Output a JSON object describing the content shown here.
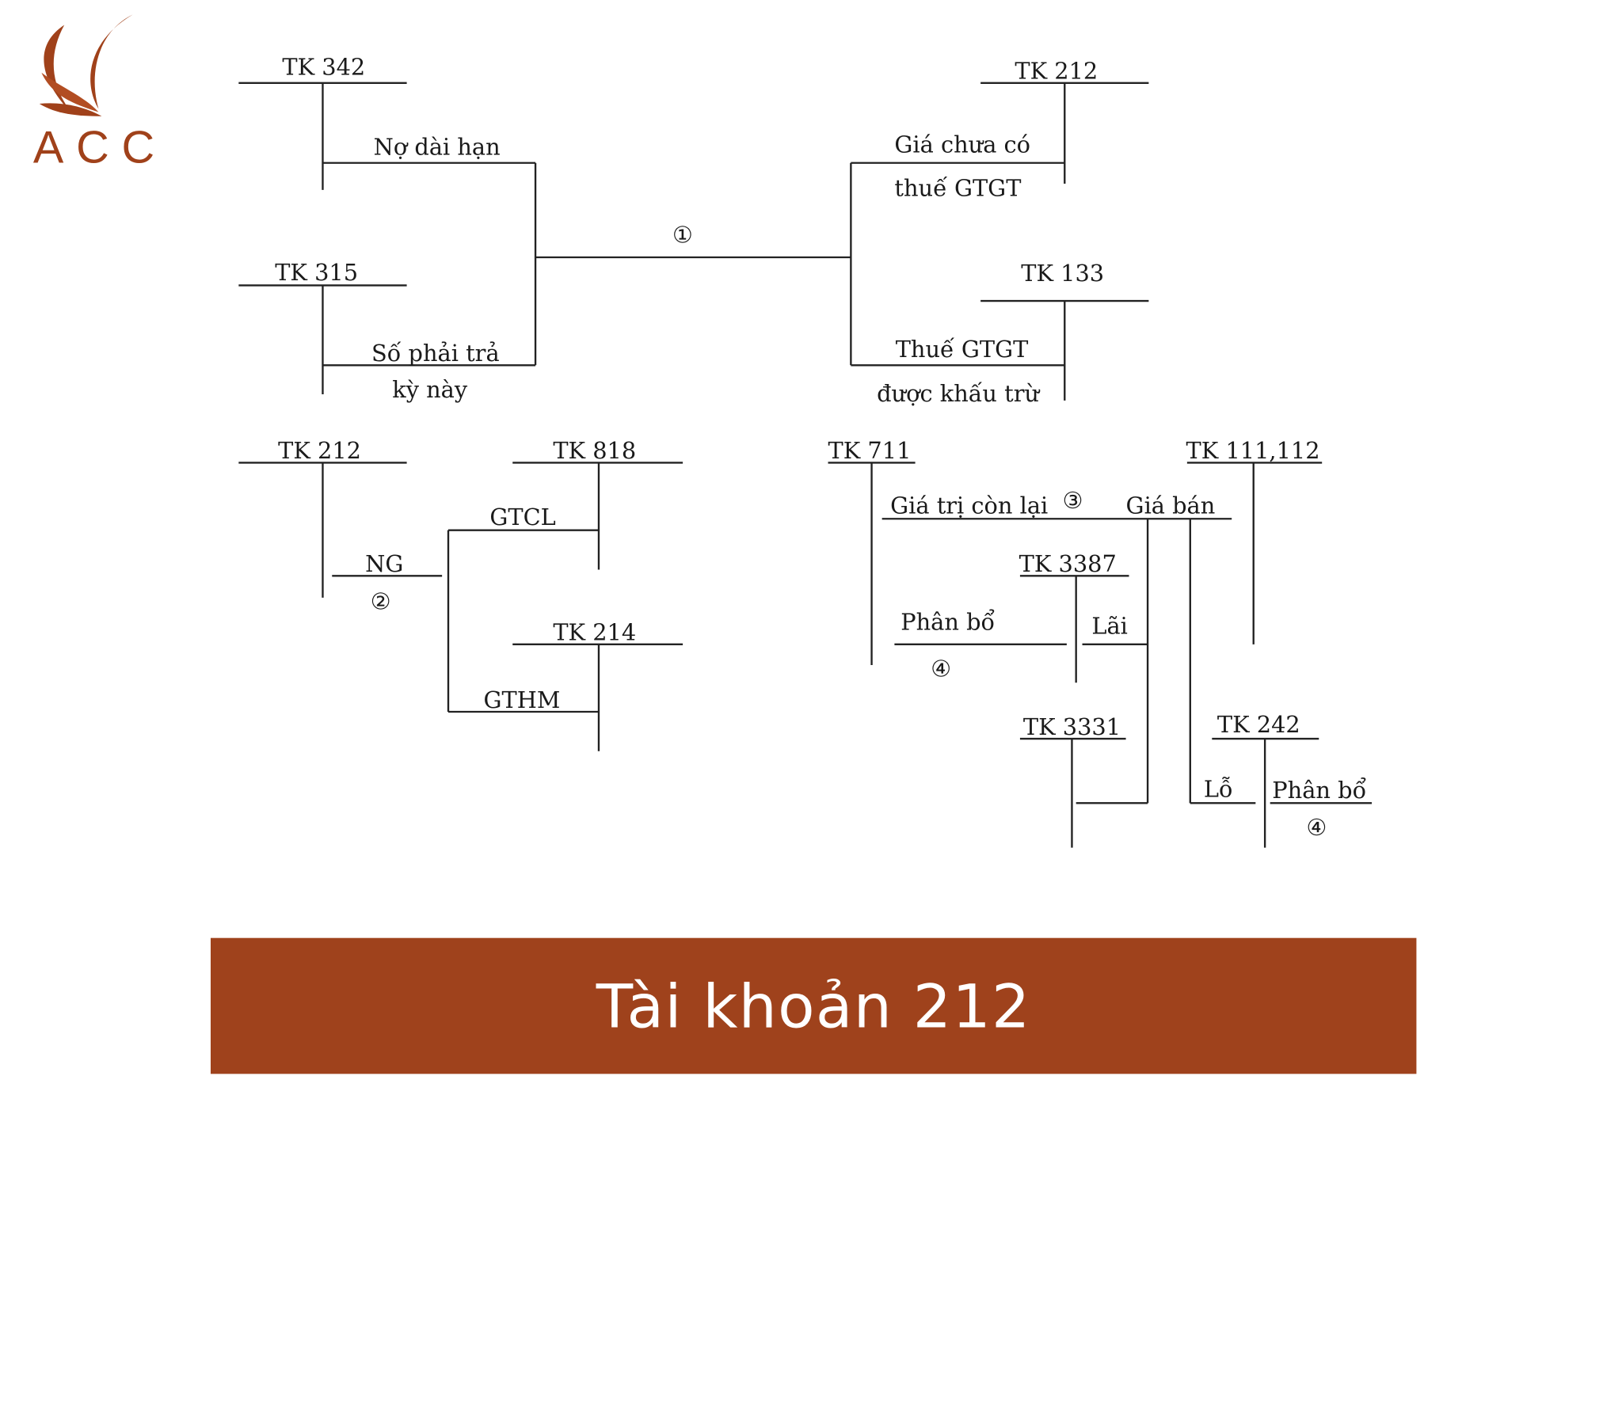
{
  "logo": {
    "text": "ACC",
    "color": "#a0411a"
  },
  "banner": {
    "title": "Tài khoản 212",
    "color": "#9f421c"
  },
  "diagram": {
    "accounts": {
      "tk342": "TK 342",
      "tk315": "TK 315",
      "tk212_top": "TK 212",
      "tk133": "TK 133",
      "tk212_left": "TK 212",
      "tk818": "TK 818",
      "tk214": "TK 214",
      "tk711": "TK 711",
      "tk111_112": "TK 111,112",
      "tk3387": "TK 3387",
      "tk3331": "TK 3331",
      "tk242": "TK 242"
    },
    "labels": {
      "no_dai_han": "Nợ dài hạn",
      "so_phai_tra_1": "Số phải trả",
      "so_phai_tra_2": "kỳ này",
      "gia_chua_co_1": "Giá chưa có",
      "gia_chua_co_2": "thuế GTGT",
      "thue_gtgt_1": "Thuế GTGT",
      "thue_gtgt_2": "được khấu trừ",
      "ng": "NG",
      "gtcl": "GTCL",
      "gthm": "GTHM",
      "gia_tri_con_lai": "Giá trị còn lại",
      "gia_ban": "Giá bán",
      "phan_bo_1": "Phân bổ",
      "lai": "Lãi",
      "lo": "Lỗ",
      "phan_bo_2": "Phân bổ"
    },
    "steps": {
      "s1": "①",
      "s2": "②",
      "s3": "③",
      "s4a": "④",
      "s4b": "④"
    }
  }
}
